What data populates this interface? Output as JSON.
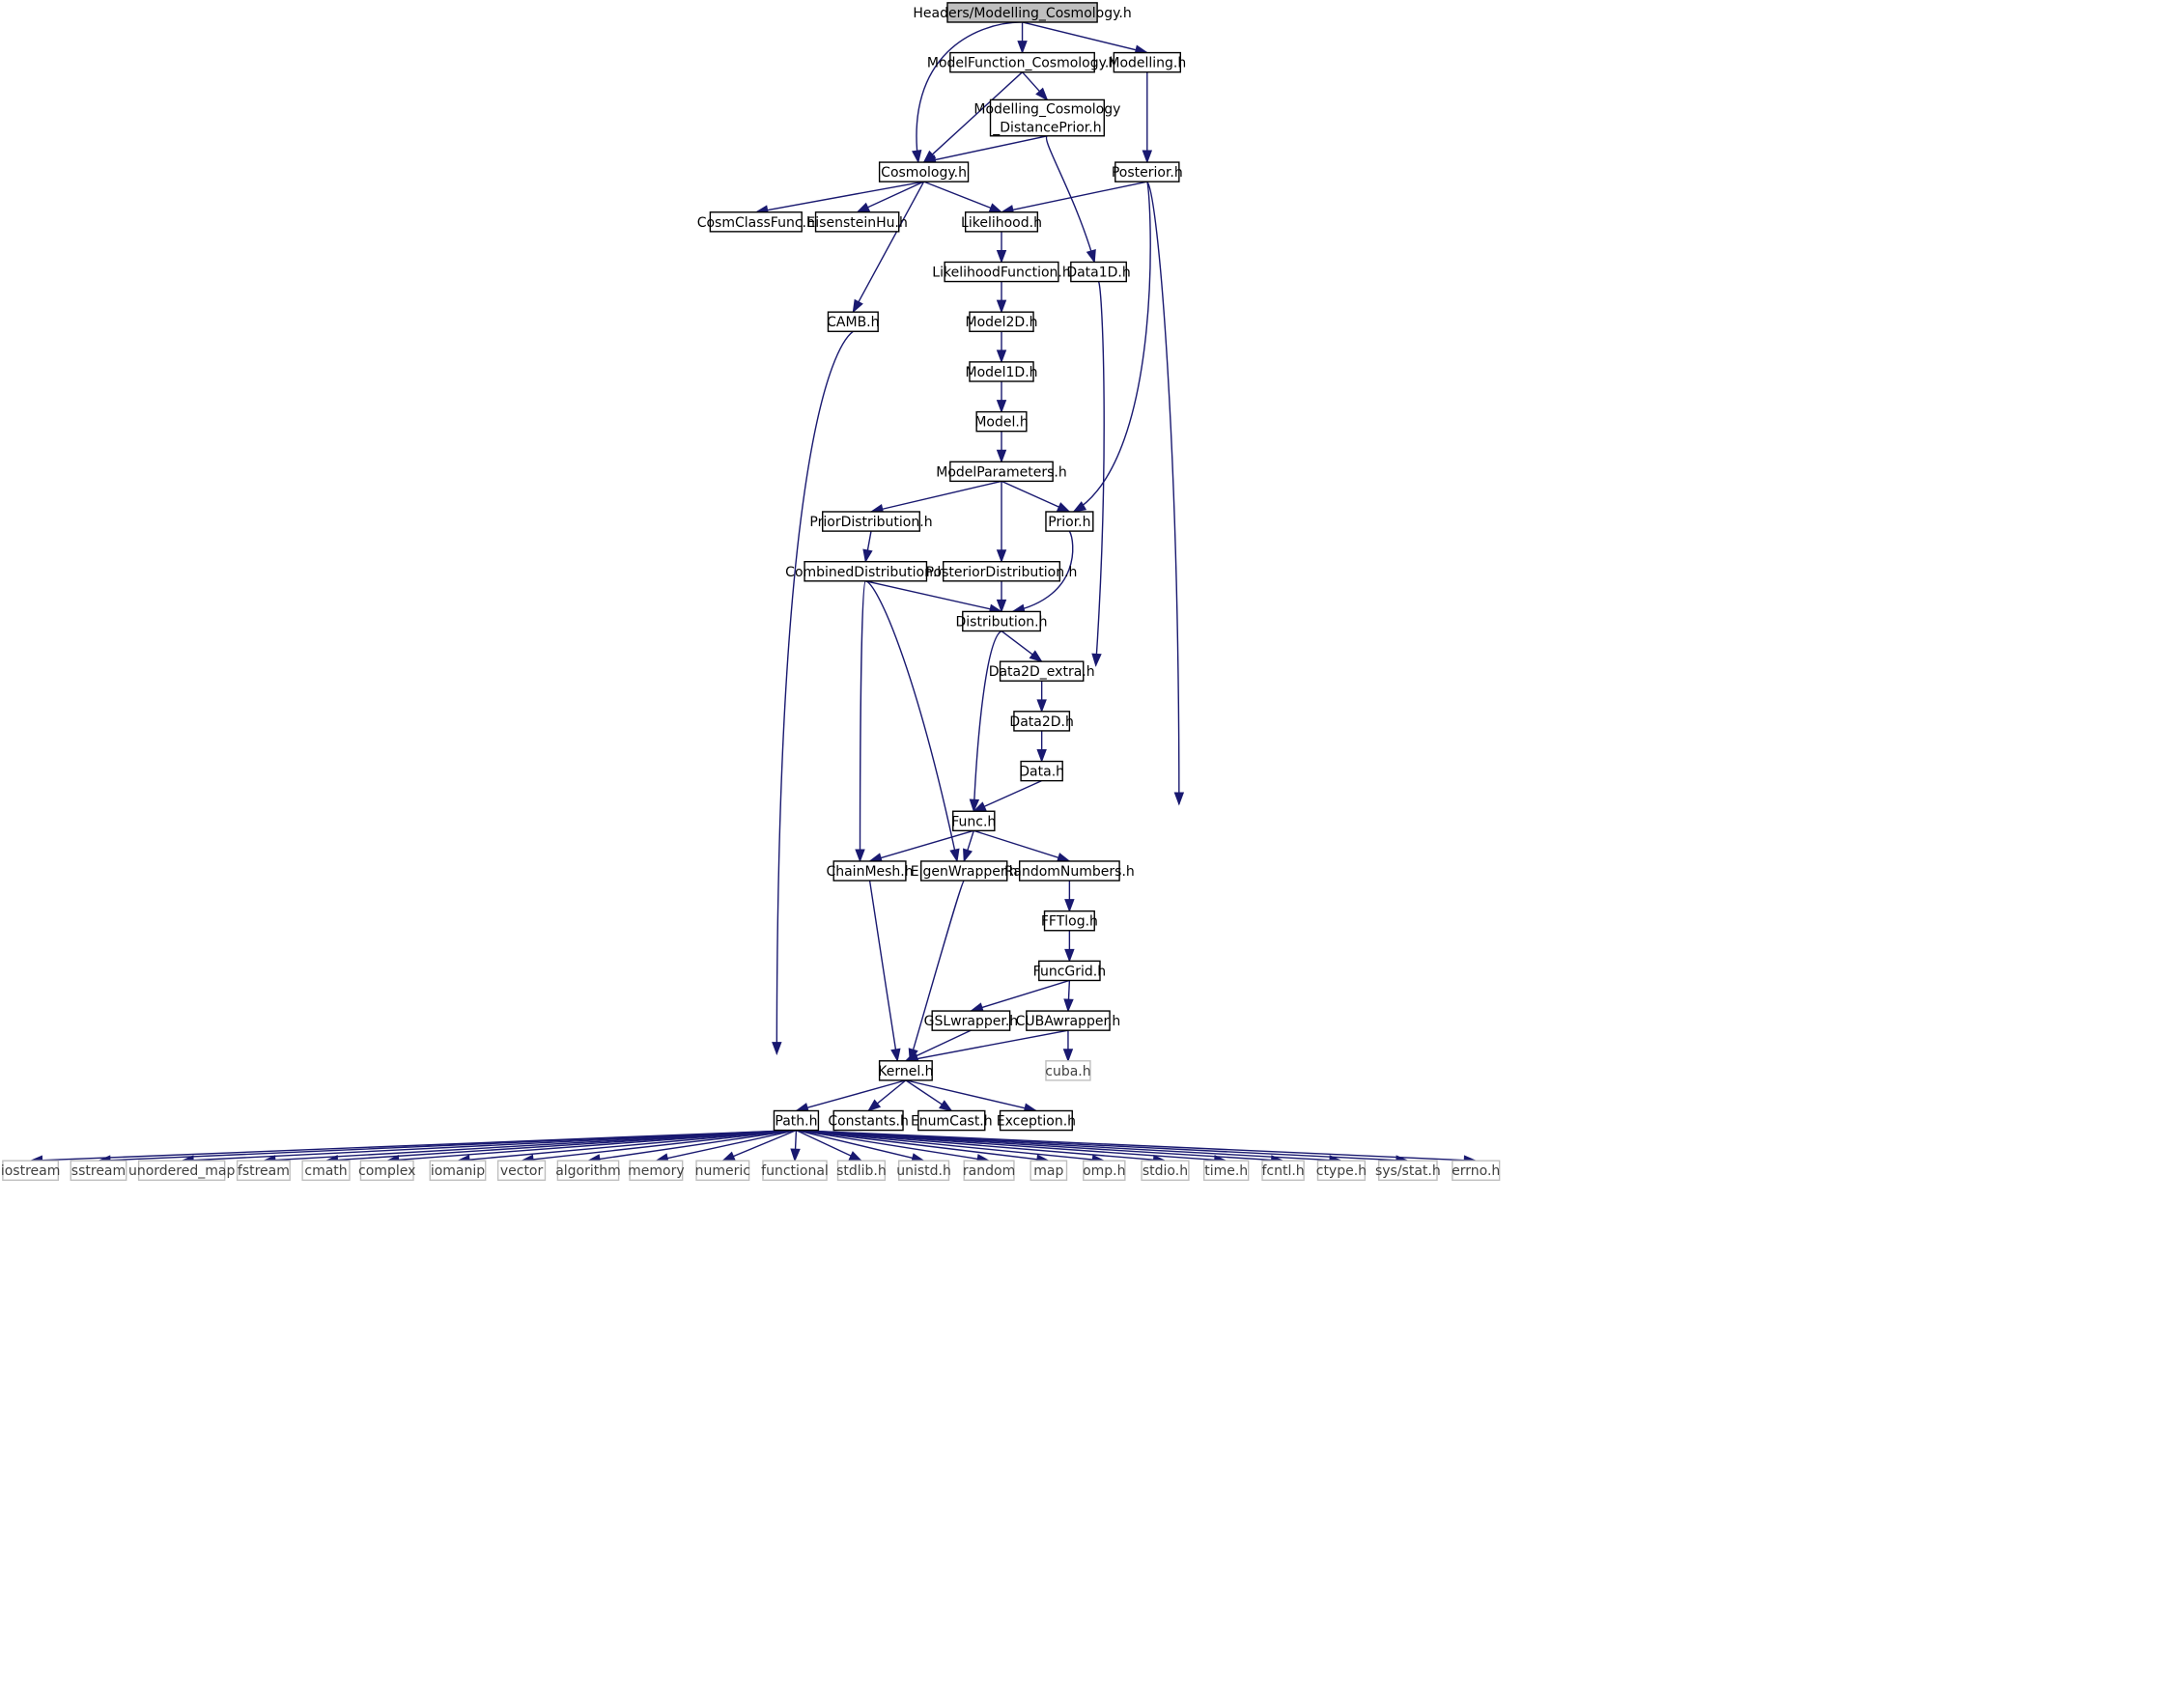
{
  "nodes": [
    {
      "id": "root",
      "label": "Headers/Modelling_Cosmology.h",
      "style": "root",
      "link": false
    },
    {
      "id": "mfc",
      "label": "ModelFunction_Cosmology.h",
      "style": "normal",
      "link": true
    },
    {
      "id": "modelling",
      "label": "Modelling.h",
      "style": "normal",
      "link": true
    },
    {
      "id": "mcdp",
      "label": [
        "Modelling_Cosmology",
        "_DistancePrior.h"
      ],
      "style": "normal",
      "link": true
    },
    {
      "id": "cosmology",
      "label": "Cosmology.h",
      "style": "normal",
      "link": true
    },
    {
      "id": "posterior",
      "label": "Posterior.h",
      "style": "normal",
      "link": true
    },
    {
      "id": "cosmclass",
      "label": "CosmClassFunc.h",
      "style": "normal",
      "link": true
    },
    {
      "id": "eisenstein",
      "label": "EisensteinHu.h",
      "style": "normal",
      "link": true
    },
    {
      "id": "likelihood",
      "label": "Likelihood.h",
      "style": "normal",
      "link": true
    },
    {
      "id": "likefunc",
      "label": "LikelihoodFunction.h",
      "style": "normal",
      "link": true
    },
    {
      "id": "data1d",
      "label": "Data1D.h",
      "style": "normal",
      "link": true
    },
    {
      "id": "camb",
      "label": "CAMB.h",
      "style": "normal",
      "link": true
    },
    {
      "id": "model2d",
      "label": "Model2D.h",
      "style": "normal",
      "link": true
    },
    {
      "id": "model1d",
      "label": "Model1D.h",
      "style": "normal",
      "link": true
    },
    {
      "id": "model",
      "label": "Model.h",
      "style": "normal",
      "link": true
    },
    {
      "id": "modelparams",
      "label": "ModelParameters.h",
      "style": "normal",
      "link": true
    },
    {
      "id": "priordist",
      "label": "PriorDistribution.h",
      "style": "normal",
      "link": true
    },
    {
      "id": "prior",
      "label": "Prior.h",
      "style": "normal",
      "link": true
    },
    {
      "id": "combdist",
      "label": "CombinedDistribution.h",
      "style": "normal",
      "link": true
    },
    {
      "id": "postdist",
      "label": "PosteriorDistribution.h",
      "style": "normal",
      "link": true
    },
    {
      "id": "distribution",
      "label": "Distribution.h",
      "style": "normal",
      "link": true
    },
    {
      "id": "data2dextra",
      "label": "Data2D_extra.h",
      "style": "normal",
      "link": true
    },
    {
      "id": "data2d",
      "label": "Data2D.h",
      "style": "normal",
      "link": true
    },
    {
      "id": "data",
      "label": "Data.h",
      "style": "normal",
      "link": true
    },
    {
      "id": "func",
      "label": "Func.h",
      "style": "normal",
      "link": true
    },
    {
      "id": "chainmesh",
      "label": "ChainMesh.h",
      "style": "normal",
      "link": true
    },
    {
      "id": "eigen",
      "label": "EigenWrapper.h",
      "style": "normal",
      "link": true
    },
    {
      "id": "random",
      "label": "RandomNumbers.h",
      "style": "normal",
      "link": true
    },
    {
      "id": "fftlog",
      "label": "FFTlog.h",
      "style": "normal",
      "link": true
    },
    {
      "id": "funcgrid",
      "label": "FuncGrid.h",
      "style": "normal",
      "link": true
    },
    {
      "id": "gsl",
      "label": "GSLwrapper.h",
      "style": "normal",
      "link": true
    },
    {
      "id": "cuba",
      "label": "CUBAwrapper.h",
      "style": "normal",
      "link": true
    },
    {
      "id": "cubah",
      "label": "cuba.h",
      "style": "external",
      "link": false
    },
    {
      "id": "kernel",
      "label": "Kernel.h",
      "style": "normal",
      "link": true
    },
    {
      "id": "path",
      "label": "Path.h",
      "style": "normal",
      "link": true
    },
    {
      "id": "constants",
      "label": "Constants.h",
      "style": "normal",
      "link": true
    },
    {
      "id": "enumcast",
      "label": "EnumCast.h",
      "style": "normal",
      "link": true
    },
    {
      "id": "exception",
      "label": "Exception.h",
      "style": "normal",
      "link": true
    },
    {
      "id": "iostream",
      "label": "iostream",
      "style": "external",
      "link": false
    },
    {
      "id": "sstream",
      "label": "sstream",
      "style": "external",
      "link": false
    },
    {
      "id": "unordered_map",
      "label": "unordered_map",
      "style": "external",
      "link": false
    },
    {
      "id": "fstream",
      "label": "fstream",
      "style": "external",
      "link": false
    },
    {
      "id": "cmath",
      "label": "cmath",
      "style": "external",
      "link": false
    },
    {
      "id": "complex",
      "label": "complex",
      "style": "external",
      "link": false
    },
    {
      "id": "iomanip",
      "label": "iomanip",
      "style": "external",
      "link": false
    },
    {
      "id": "vector",
      "label": "vector",
      "style": "external",
      "link": false
    },
    {
      "id": "algorithm",
      "label": "algorithm",
      "style": "external",
      "link": false
    },
    {
      "id": "memory",
      "label": "memory",
      "style": "external",
      "link": false
    },
    {
      "id": "numeric",
      "label": "numeric",
      "style": "external",
      "link": false
    },
    {
      "id": "functional",
      "label": "functional",
      "style": "external",
      "link": false
    },
    {
      "id": "stdlib",
      "label": "stdlib.h",
      "style": "external",
      "link": false
    },
    {
      "id": "unistd",
      "label": "unistd.h",
      "style": "external",
      "link": false
    },
    {
      "id": "randomstd",
      "label": "random",
      "style": "external",
      "link": false
    },
    {
      "id": "map",
      "label": "map",
      "style": "external",
      "link": false
    },
    {
      "id": "omp",
      "label": "omp.h",
      "style": "external",
      "link": false
    },
    {
      "id": "stdio",
      "label": "stdio.h",
      "style": "external",
      "link": false
    },
    {
      "id": "time",
      "label": "time.h",
      "style": "external",
      "link": false
    },
    {
      "id": "fcntl",
      "label": "fcntl.h",
      "style": "external",
      "link": false
    },
    {
      "id": "ctype",
      "label": "ctype.h",
      "style": "external",
      "link": false
    },
    {
      "id": "sysstat",
      "label": "sys/stat.h",
      "style": "external",
      "link": false
    },
    {
      "id": "errno",
      "label": "errno.h",
      "style": "external",
      "link": false
    }
  ],
  "edges": [
    {
      "from": "root",
      "to": "cosmology"
    },
    {
      "from": "root",
      "to": "mfc"
    },
    {
      "from": "root",
      "to": "modelling"
    },
    {
      "from": "mfc",
      "to": "cosmology"
    },
    {
      "from": "mfc",
      "to": "mcdp"
    },
    {
      "from": "mcdp",
      "to": "cosmology"
    },
    {
      "from": "mcdp",
      "to": "data1d"
    },
    {
      "from": "modelling",
      "to": "posterior"
    },
    {
      "from": "cosmology",
      "to": "cosmclass"
    },
    {
      "from": "cosmology",
      "to": "eisenstein"
    },
    {
      "from": "cosmology",
      "to": "likelihood"
    },
    {
      "from": "cosmology",
      "to": "camb"
    },
    {
      "from": "posterior",
      "to": "likelihood"
    },
    {
      "from": "posterior",
      "to": "prior"
    },
    {
      "from": "posterior",
      "to": "random"
    },
    {
      "from": "likelihood",
      "to": "likefunc"
    },
    {
      "from": "likefunc",
      "to": "model2d"
    },
    {
      "from": "model2d",
      "to": "model1d"
    },
    {
      "from": "model1d",
      "to": "model"
    },
    {
      "from": "model",
      "to": "modelparams"
    },
    {
      "from": "modelparams",
      "to": "priordist"
    },
    {
      "from": "modelparams",
      "to": "postdist"
    },
    {
      "from": "modelparams",
      "to": "prior"
    },
    {
      "from": "priordist",
      "to": "combdist"
    },
    {
      "from": "prior",
      "to": "distribution"
    },
    {
      "from": "postdist",
      "to": "distribution"
    },
    {
      "from": "combdist",
      "to": "distribution"
    },
    {
      "from": "combdist",
      "to": "chainmesh"
    },
    {
      "from": "combdist",
      "to": "eigen"
    },
    {
      "from": "distribution",
      "to": "data2dextra"
    },
    {
      "from": "distribution",
      "to": "func"
    },
    {
      "from": "data2dextra",
      "to": "data2d"
    },
    {
      "from": "data2d",
      "to": "data"
    },
    {
      "from": "data1d",
      "to": "data"
    },
    {
      "from": "data",
      "to": "func"
    },
    {
      "from": "func",
      "to": "chainmesh"
    },
    {
      "from": "func",
      "to": "eigen"
    },
    {
      "from": "func",
      "to": "random"
    },
    {
      "from": "random",
      "to": "fftlog"
    },
    {
      "from": "fftlog",
      "to": "funcgrid"
    },
    {
      "from": "funcgrid",
      "to": "gsl"
    },
    {
      "from": "funcgrid",
      "to": "cuba"
    },
    {
      "from": "cuba",
      "to": "cubah"
    },
    {
      "from": "cuba",
      "to": "kernel"
    },
    {
      "from": "gsl",
      "to": "kernel"
    },
    {
      "from": "camb",
      "to": "kernel"
    },
    {
      "from": "chainmesh",
      "to": "kernel"
    },
    {
      "from": "eigen",
      "to": "kernel"
    },
    {
      "from": "kernel",
      "to": "path"
    },
    {
      "from": "kernel",
      "to": "constants"
    },
    {
      "from": "kernel",
      "to": "enumcast"
    },
    {
      "from": "kernel",
      "to": "exception"
    },
    {
      "from": "path",
      "to": "iostream"
    },
    {
      "from": "path",
      "to": "sstream"
    },
    {
      "from": "path",
      "to": "unordered_map"
    },
    {
      "from": "path",
      "to": "fstream"
    },
    {
      "from": "path",
      "to": "cmath"
    },
    {
      "from": "path",
      "to": "complex"
    },
    {
      "from": "path",
      "to": "iomanip"
    },
    {
      "from": "path",
      "to": "vector"
    },
    {
      "from": "path",
      "to": "algorithm"
    },
    {
      "from": "path",
      "to": "memory"
    },
    {
      "from": "path",
      "to": "numeric"
    },
    {
      "from": "path",
      "to": "functional"
    },
    {
      "from": "path",
      "to": "stdlib"
    },
    {
      "from": "path",
      "to": "unistd"
    },
    {
      "from": "path",
      "to": "randomstd"
    },
    {
      "from": "path",
      "to": "map"
    },
    {
      "from": "path",
      "to": "omp"
    },
    {
      "from": "path",
      "to": "stdio"
    },
    {
      "from": "path",
      "to": "time"
    },
    {
      "from": "path",
      "to": "fcntl"
    },
    {
      "from": "path",
      "to": "ctype"
    },
    {
      "from": "path",
      "to": "sysstat"
    },
    {
      "from": "path",
      "to": "errno"
    }
  ],
  "colors": {
    "edge": "#191970",
    "node_border": "#000000",
    "root_fill": "#bfbfbf",
    "node_fill": "#ffffff",
    "external_border": "#bfbfbf",
    "external_text": "#404040"
  }
}
